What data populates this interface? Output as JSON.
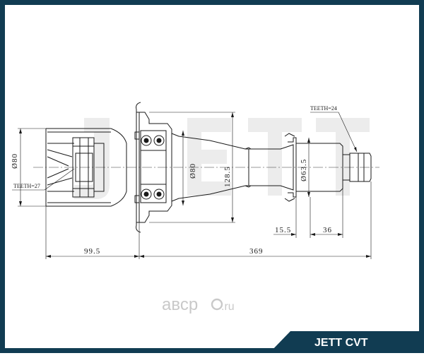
{
  "watermark": {
    "brand": "JETT",
    "site": "авср",
    "site_suffix": ".ru"
  },
  "footer": {
    "brand": "JETT CVT"
  },
  "labels": {
    "teeth_outer": "TEETH=24",
    "teeth_inner": "TEETH=27",
    "dim_housing_diameter": "Ø80",
    "dim_bearing_diameter": "Ø80",
    "dim_flange_height": "128.5",
    "dim_stub_diameter": "Ø63.5",
    "dim_spline_offset": "15.5",
    "dim_spline_length": "36",
    "dim_housing_length": "99.5",
    "dim_overall_length": "369"
  },
  "colors": {
    "frame": "#113c52",
    "line": "#1a1a1a",
    "center_line": "#333333",
    "watermark_fill": "#e8e8e8",
    "watermark_text": "#c9c9c9"
  }
}
